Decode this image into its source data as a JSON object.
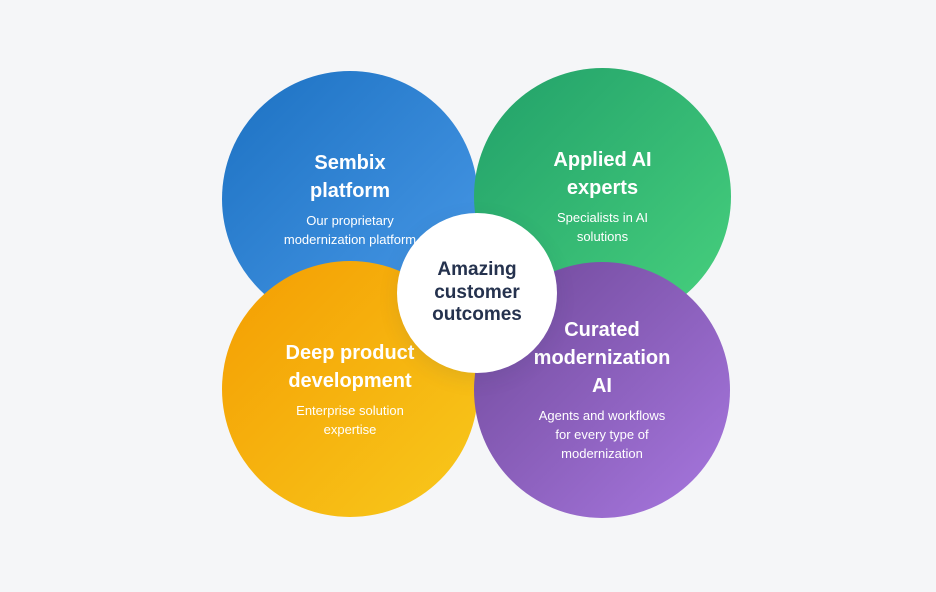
{
  "page": {
    "background_color": "#f5f6f8"
  },
  "diagram": {
    "type": "venn-overlap",
    "center_circle": {
      "label": "Amazing\ncustomer\noutcomes",
      "fill_color": "#ffffff",
      "text_color": "#25324e"
    },
    "circles": [
      {
        "id": "sembix-platform",
        "title": "Sembix\nplatform",
        "subtitle": "Our proprietary\nmodernization platform",
        "gradient_from": "#1c71c2",
        "gradient_to": "#4a9ae8",
        "position": "top-left"
      },
      {
        "id": "applied-ai-experts",
        "title": "Applied AI\nexperts",
        "subtitle": "Specialists in AI\nsolutions",
        "gradient_from": "#21a069",
        "gradient_to": "#48d17e",
        "position": "top-right"
      },
      {
        "id": "deep-product-development",
        "title": "Deep product\ndevelopment",
        "subtitle": "Enterprise solution\nexpertise",
        "gradient_from": "#f49d02",
        "gradient_to": "#f8c91c",
        "position": "bottom-left"
      },
      {
        "id": "curated-modernization-ai",
        "title": "Curated\nmodernization\nAI",
        "subtitle": "Agents and workflows\nfor every type of\nmodernization",
        "gradient_from": "#6f4899",
        "gradient_to": "#a878e0",
        "position": "bottom-right"
      }
    ]
  }
}
